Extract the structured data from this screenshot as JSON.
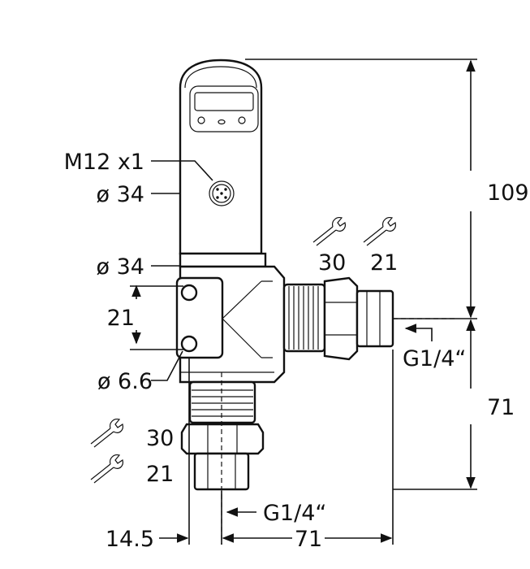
{
  "dimensions": {
    "connector_thread": "M12 x1",
    "head_diameter": "ø 34",
    "body_diameter": "ø 34",
    "hole_spacing": "21",
    "hole_diameter": "ø 6.6",
    "total_height": "109",
    "port_height": "71",
    "wrench_side_top_large": "30",
    "wrench_side_top_small": "21",
    "wrench_side_bottom_large": "30",
    "wrench_side_bottom_small": "21",
    "side_thread": "G1/4“",
    "bottom_thread": "G1/4“",
    "left_offset": "14.5",
    "horizontal_length": "71"
  },
  "icons": {
    "wrench": "wrench-icon",
    "display": "display-icon",
    "connector": "m12-connector-icon"
  }
}
